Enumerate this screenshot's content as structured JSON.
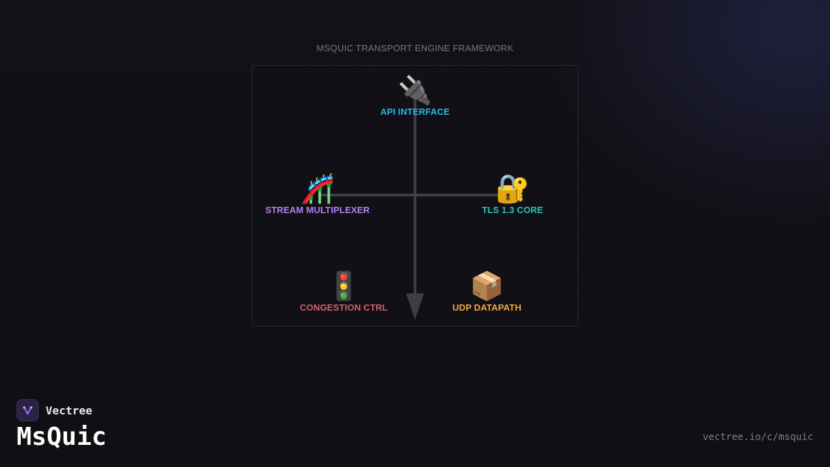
{
  "diagram": {
    "frame_title": "MSQUIC TRANSPORT ENGINE FRAMEWORK",
    "edge_color": "#3f3e44",
    "nodes": [
      {
        "id": "api",
        "icon": "🔌",
        "icon_name": "plug-icon",
        "label": "API INTERFACE",
        "color": "#29b6e8"
      },
      {
        "id": "stream",
        "icon": "🎢",
        "icon_name": "roller-coaster-icon",
        "label": "STREAM MULTIPLEXER",
        "color": "#b87ef5"
      },
      {
        "id": "tls",
        "icon": "🔐",
        "icon_name": "lock-with-key-icon",
        "label": "TLS 1.3 CORE",
        "color": "#2bc4b4"
      },
      {
        "id": "congestion",
        "icon": "🚦",
        "icon_name": "traffic-light-icon",
        "label": "CONGESTION CTRL",
        "color": "#d2606e"
      },
      {
        "id": "udp",
        "icon": "📦",
        "icon_name": "package-icon",
        "label": "UDP DATAPATH",
        "color": "#f0a840"
      }
    ]
  },
  "branding": {
    "brand_name": "Vectree",
    "logo_icon": "vectree-logo-icon",
    "logo_color": "#9b6cf0",
    "product_title": "MsQuic",
    "url": "vectree.io/c/msquic"
  }
}
